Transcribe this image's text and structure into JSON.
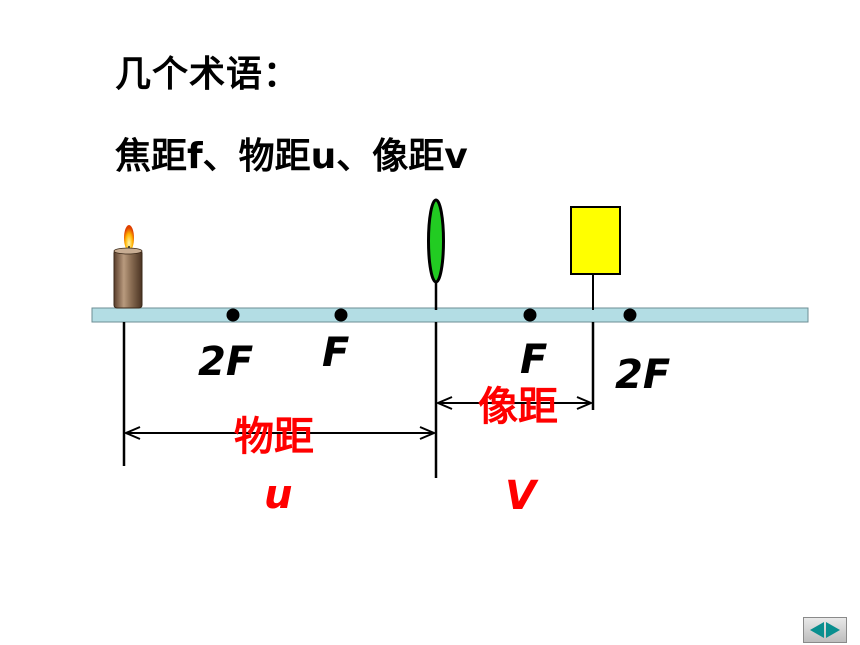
{
  "title": "几个术语：",
  "subtitle": "焦距f、物距u、像距v",
  "diagram": {
    "left_2f_label": "2F",
    "left_f_label": "F",
    "right_f_label": "F",
    "right_2f_label": "2F",
    "object_distance_label": "物距",
    "object_distance_symbol": "u",
    "image_distance_label": "像距",
    "image_distance_symbol": "V",
    "colors": {
      "bench": "#b3dde4",
      "lens": "#22cc22",
      "image_screen": "#ffff00",
      "red_text": "#ff0000"
    }
  },
  "navigation": {
    "prev_icon": "triangle-left-icon",
    "next_icon": "triangle-right-icon"
  }
}
